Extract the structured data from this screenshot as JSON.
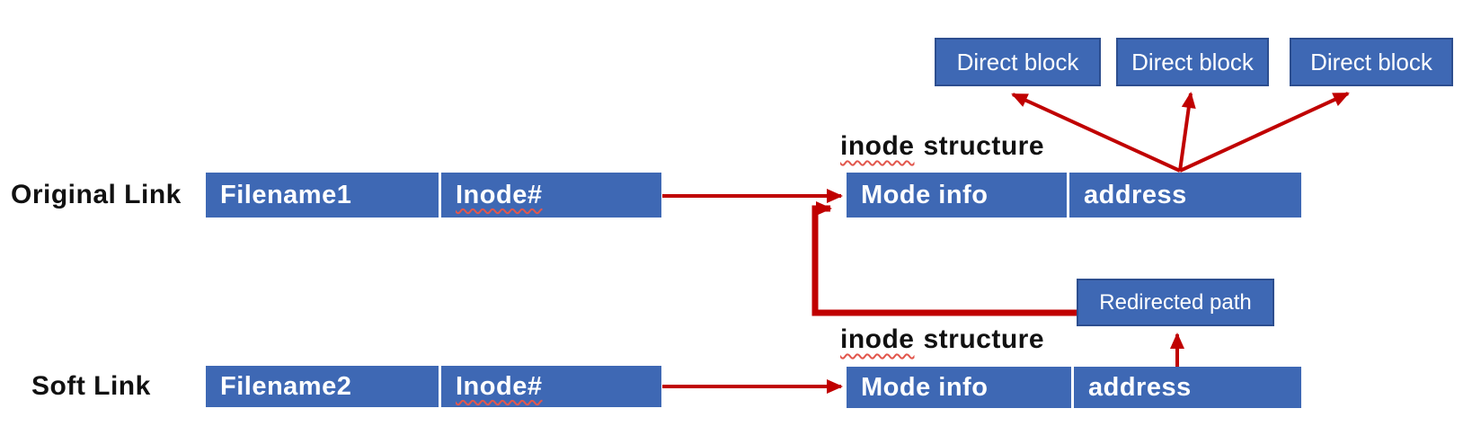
{
  "labels": {
    "original_link": "Original Link",
    "soft_link": "Soft Link"
  },
  "original_row": {
    "cells": [
      "Filename1",
      "Inode#"
    ]
  },
  "soft_row": {
    "cells": [
      "Filename2",
      "Inode#"
    ]
  },
  "inode_top": {
    "title_word1": "inode",
    "title_word2": "structure",
    "cells": [
      "Mode info",
      "address"
    ]
  },
  "inode_bottom": {
    "title_word1": "inode",
    "title_word2": "structure",
    "cells": [
      "Mode info",
      "address"
    ]
  },
  "direct_blocks": [
    "Direct block",
    "Direct block",
    "Direct block"
  ],
  "redirected_path": "Redirected path",
  "colors": {
    "box_blue": "#3e68b4",
    "box_border": "#2d4e8f",
    "arrow_red": "#c00000"
  }
}
